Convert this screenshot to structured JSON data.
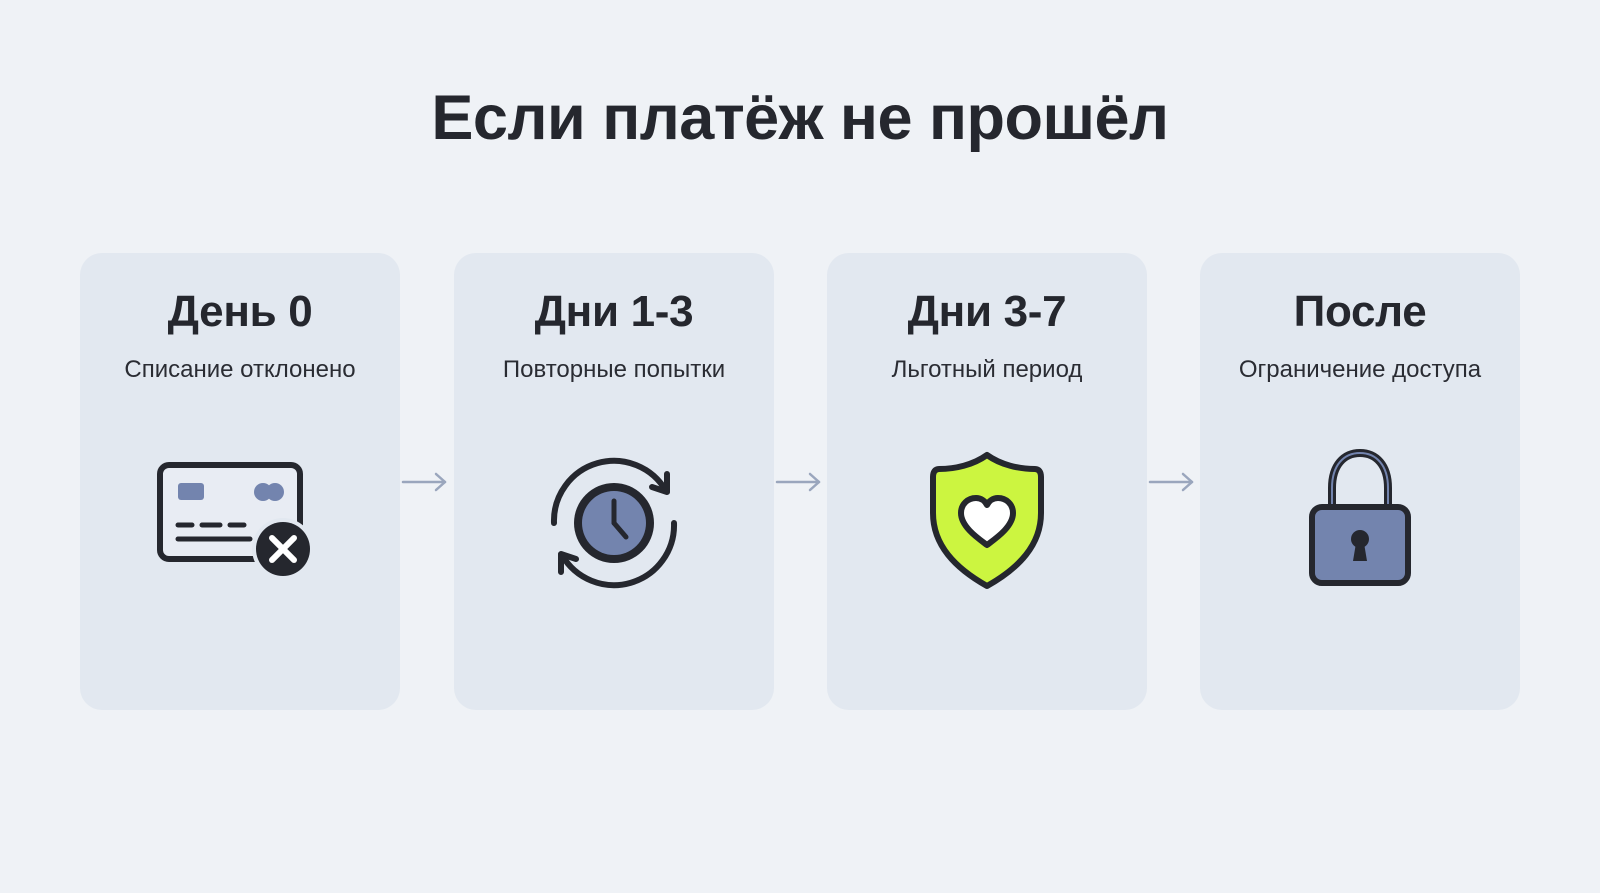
{
  "title": "Если платёж не прошёл",
  "stages": [
    {
      "title": "День 0",
      "subtitle": "Списание отклонено",
      "icon": "declined-card-icon"
    },
    {
      "title": "Дни 1-3",
      "subtitle": "Повторные попытки",
      "icon": "retry-clock-icon"
    },
    {
      "title": "Дни 3-7",
      "subtitle": "Льготный период",
      "icon": "shield-heart-icon"
    },
    {
      "title": "После",
      "subtitle": "Ограничение доступа",
      "icon": "padlock-icon"
    }
  ],
  "arrows": [
    "arrow-right-icon",
    "arrow-right-icon",
    "arrow-right-icon"
  ],
  "colors": {
    "background": "#eff2f6",
    "card": "#e2e8f0",
    "text": "#25272e",
    "icon_fill": "#7384ae",
    "accent": "#ccf540",
    "arrow": "#9aa6bd"
  }
}
